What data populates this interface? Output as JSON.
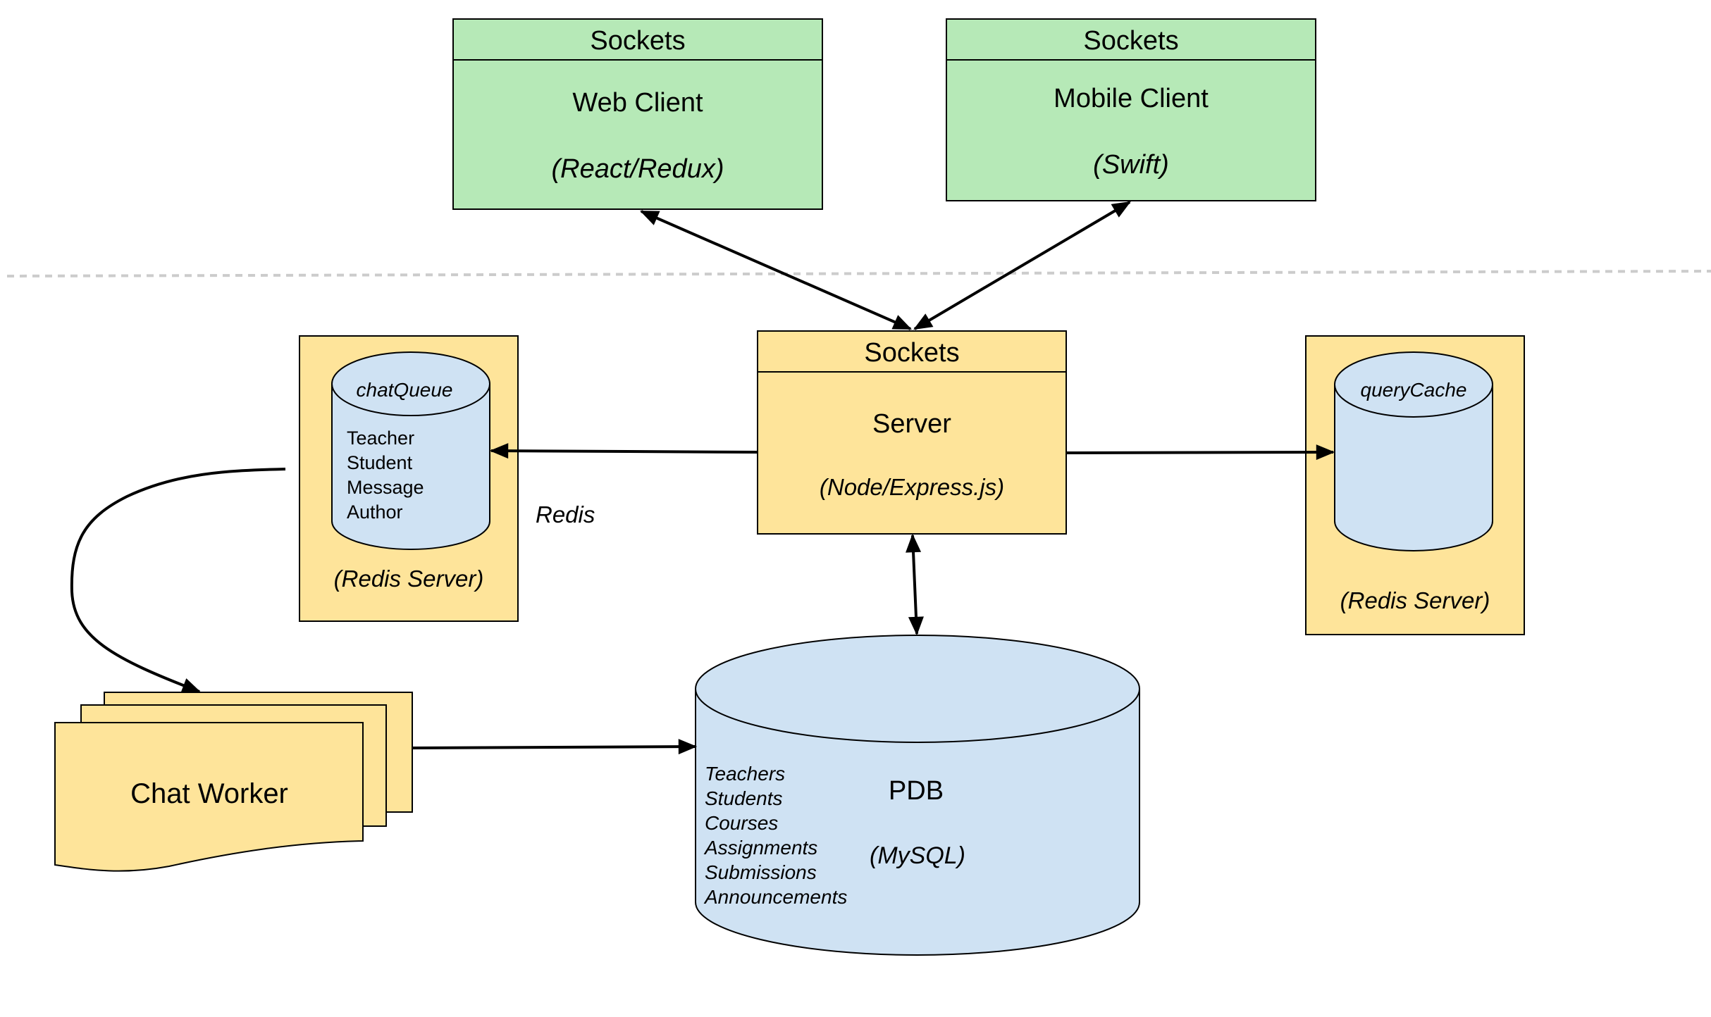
{
  "colors": {
    "client_fill": "#b6e9b7",
    "server_fill": "#fee49a",
    "db_fill": "#cfe2f3",
    "stroke": "#000000",
    "separator": "#cccccc"
  },
  "web_client": {
    "header": "Sockets",
    "title": "Web Client",
    "subtitle": "(React/Redux)"
  },
  "mobile_client": {
    "header": "Sockets",
    "title": "Mobile Client",
    "subtitle": "(Swift)"
  },
  "server": {
    "header": "Sockets",
    "title": "Server",
    "subtitle": "(Node/Express.js)"
  },
  "chat_queue_redis": {
    "cylinder_label": "chatQueue",
    "fields": [
      "Teacher",
      "Student",
      "Message",
      "Author"
    ],
    "footer": "(Redis Server)"
  },
  "query_cache_redis": {
    "cylinder_label": "queryCache",
    "footer": "(Redis Server)"
  },
  "redis_edge_label": "Redis",
  "pdb": {
    "title": "PDB",
    "subtitle": "(MySQL)",
    "tables": [
      "Teachers",
      "Students",
      "Courses",
      "Assignments",
      "Submissions",
      "Announcements"
    ]
  },
  "chat_worker": {
    "title": "Chat Worker"
  }
}
